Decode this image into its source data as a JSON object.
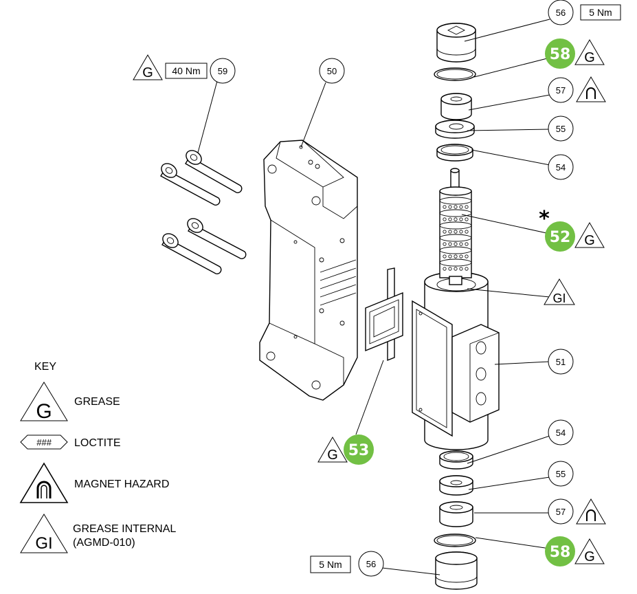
{
  "parts": {
    "p50": "50",
    "p51": "51",
    "p52": "52",
    "p53": "53",
    "p54a": "54",
    "p54b": "54",
    "p55a": "55",
    "p55b": "55",
    "p56a": "56",
    "p56b": "56",
    "p57a": "57",
    "p57b": "57",
    "p58a": "58",
    "p58b": "58",
    "p59": "59"
  },
  "torque": {
    "top": "5 Nm",
    "bottom": "5 Nm",
    "bolts": "40 Nm"
  },
  "symbols": {
    "grease": "G",
    "grease_internal": "GI",
    "loctite": "###"
  },
  "asterisk": "*",
  "key": {
    "title": "KEY",
    "grease": "GREASE",
    "loctite": "LOCTITE",
    "magnet": "MAGNET HAZARD",
    "grease_internal_1": "GREASE INTERNAL",
    "grease_internal_2": "(AGMD-010)"
  },
  "colors": {
    "highlight": "#72c044",
    "ink": "#000000"
  }
}
